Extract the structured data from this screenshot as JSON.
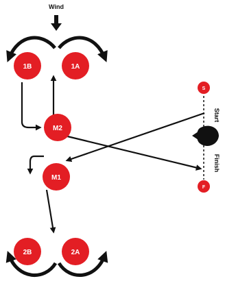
{
  "diagram": {
    "wind_label": "Wind",
    "marks": {
      "m1b": "1B",
      "m1a": "1A",
      "m2": "M2",
      "m1": "M1",
      "m2b": "2B",
      "m2a": "2A",
      "start_pin": "S",
      "finish_pin": "F"
    },
    "line_labels": {
      "start": "Start",
      "finish": "Finish"
    }
  },
  "colors": {
    "mark_fill": "#e31e24",
    "arrow": "#111111",
    "committee_boat": "#111111"
  }
}
